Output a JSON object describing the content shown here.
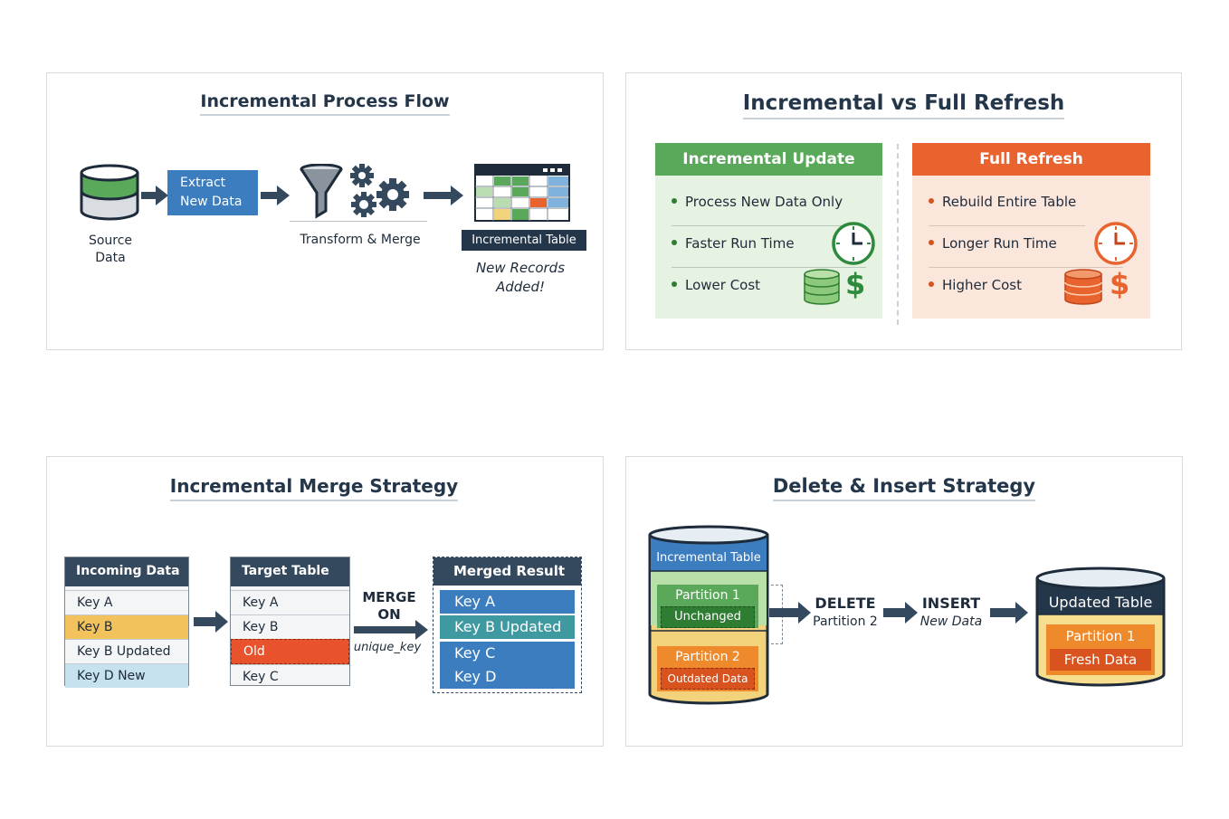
{
  "panel1": {
    "title": "Incremental Process Flow",
    "source_label_1": "Source",
    "source_label_2": "Data",
    "extract_label_1": "Extract",
    "extract_label_2": "New Data",
    "transform_label": "Transform & Merge",
    "incremental_table_label": "Incremental Table",
    "new_records_1": "New Records",
    "new_records_2": "Added!"
  },
  "panel2": {
    "title": "Incremental vs Full Refresh",
    "incremental": {
      "header": "Incremental Update",
      "items": [
        "Process New Data Only",
        "Faster Run Time",
        "Lower Cost"
      ]
    },
    "full": {
      "header": "Full Refresh",
      "items": [
        "Rebuild Entire Table",
        "Longer Run Time",
        "Higher Cost"
      ]
    },
    "dollar": "$"
  },
  "panel3": {
    "title": "Incremental Merge Strategy",
    "incoming": {
      "header": "Incoming Data",
      "rows": [
        "Key A",
        "Key B",
        "Key B Updated",
        "Key D New"
      ]
    },
    "target": {
      "header": "Target Table",
      "rows": [
        "Key A",
        "Key B",
        "Old",
        "Key C"
      ]
    },
    "merge_label_1": "MERGE",
    "merge_label_2": "ON",
    "merge_key": "unique_key",
    "merged": {
      "header": "Merged Result",
      "rows": [
        "Key A",
        "Key B Updated",
        "Key C",
        "Key D"
      ]
    }
  },
  "panel4": {
    "title": "Delete & Insert Strategy",
    "cyl_title": "Incremental Table",
    "partition1": "Partition 1",
    "unchanged": "Unchanged",
    "partition2": "Partition 2",
    "outdated": "Outdated Data",
    "delete_1": "DELETE",
    "delete_2": "Partition 2",
    "insert_1": "INSERT",
    "insert_2": "New Data",
    "updated_title": "Updated Table",
    "updated_partition": "Partition 1",
    "fresh": "Fresh Data"
  },
  "colors": {
    "navy": "#34495e",
    "blue": "#3b7dbf",
    "green": "#5aa95a",
    "orange": "#e8632e",
    "yellow": "#f2c25c",
    "teal": "#3e9aa0"
  }
}
